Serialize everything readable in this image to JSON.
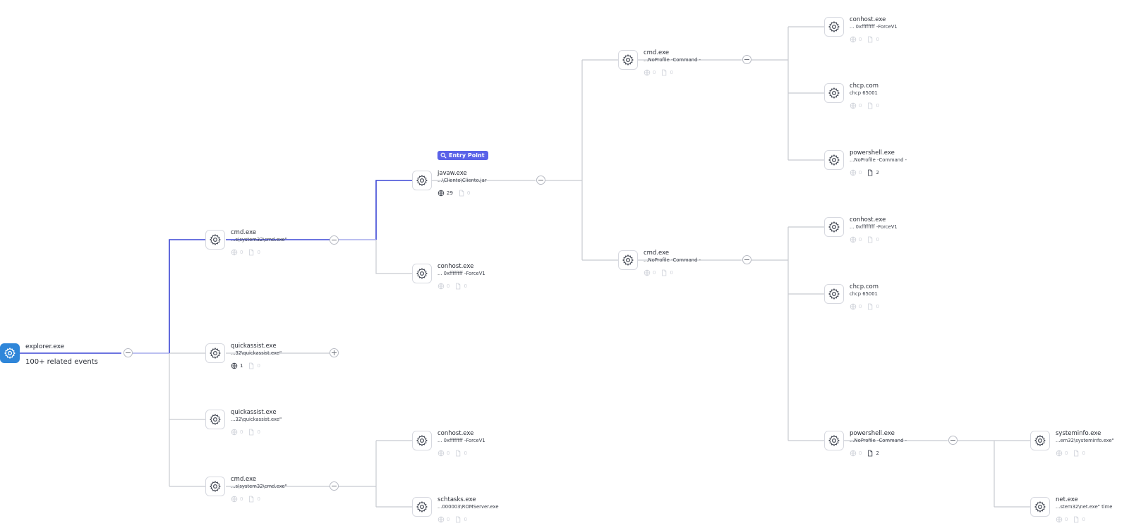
{
  "root": {
    "name": "explorer.exe",
    "related_events": "100+ related events",
    "icon": "gear-icon"
  },
  "entry_point": {
    "label": "Entry Point",
    "icon": "search-icon"
  },
  "colors": {
    "accent": "#2f86d9",
    "highlight_path": "#3b46d6",
    "entry_badge": "#5a62e8",
    "edge": "#c8cad0"
  },
  "nodes": [
    {
      "id": "cmd1",
      "name": "cmd.exe",
      "cmd": "...s\\system32\\cmd.exe\"",
      "net": "0",
      "files": "0",
      "net_on": false,
      "files_on": false
    },
    {
      "id": "qa1",
      "name": "quickassist.exe",
      "cmd": "...32\\quickassist.exe\"",
      "net": "1",
      "files": "0",
      "net_on": true,
      "files_on": false
    },
    {
      "id": "qa2",
      "name": "quickassist.exe",
      "cmd": "...32\\quickassist.exe\"",
      "net": "0",
      "files": "0",
      "net_on": false,
      "files_on": false
    },
    {
      "id": "cmd2",
      "name": "cmd.exe",
      "cmd": "...s\\system32\\cmd.exe\"",
      "net": "0",
      "files": "0",
      "net_on": false,
      "files_on": false
    },
    {
      "id": "javaw",
      "name": "javaw.exe",
      "cmd": "...\\Cliento\\Cliento.jar",
      "net": "29",
      "files": "0",
      "net_on": true,
      "files_on": false
    },
    {
      "id": "conhost1",
      "name": "conhost.exe",
      "cmd": "... 0xffffffff -ForceV1",
      "net": "0",
      "files": "0",
      "net_on": false,
      "files_on": false
    },
    {
      "id": "conhost2",
      "name": "conhost.exe",
      "cmd": "... 0xffffffff -ForceV1",
      "net": "0",
      "files": "0",
      "net_on": false,
      "files_on": false
    },
    {
      "id": "schtasks",
      "name": "schtasks.exe",
      "cmd": "...000003\\ROMServer.exe",
      "net": "0",
      "files": "0",
      "net_on": false,
      "files_on": false
    },
    {
      "id": "cmd3",
      "name": "cmd.exe",
      "cmd": "...NoProfile -Command -",
      "net": "0",
      "files": "0",
      "net_on": false,
      "files_on": false
    },
    {
      "id": "cmd4",
      "name": "cmd.exe",
      "cmd": "...NoProfile -Command -",
      "net": "0",
      "files": "0",
      "net_on": false,
      "files_on": false
    },
    {
      "id": "conhost3",
      "name": "conhost.exe",
      "cmd": "... 0xffffffff -ForceV1",
      "net": "0",
      "files": "0",
      "net_on": false,
      "files_on": false
    },
    {
      "id": "chcp1",
      "name": "chcp.com",
      "cmd": "chcp 65001",
      "net": "0",
      "files": "0",
      "net_on": false,
      "files_on": false
    },
    {
      "id": "ps1",
      "name": "powershell.exe",
      "cmd": "...NoProfile -Command -",
      "net": "0",
      "files": "2",
      "net_on": false,
      "files_on": true
    },
    {
      "id": "conhost4",
      "name": "conhost.exe",
      "cmd": "... 0xffffffff -ForceV1",
      "net": "0",
      "files": "0",
      "net_on": false,
      "files_on": false
    },
    {
      "id": "chcp2",
      "name": "chcp.com",
      "cmd": "chcp 65001",
      "net": "0",
      "files": "0",
      "net_on": false,
      "files_on": false
    },
    {
      "id": "ps2",
      "name": "powershell.exe",
      "cmd": "...NoProfile -Command -",
      "net": "0",
      "files": "2",
      "net_on": false,
      "files_on": true
    },
    {
      "id": "sysinfo",
      "name": "systeminfo.exe",
      "cmd": "...em32\\systeminfo.exe\"",
      "net": "0",
      "files": "0",
      "net_on": false,
      "files_on": false
    },
    {
      "id": "net",
      "name": "net.exe",
      "cmd": "...stem32\\net.exe\" time",
      "net": "0",
      "files": "0",
      "net_on": false,
      "files_on": false
    }
  ],
  "toggles": {
    "root": "collapse",
    "cmd1": "collapse",
    "qa1": "expand",
    "cmd2": "collapse",
    "javaw": "collapse",
    "cmd3": "collapse",
    "cmd4": "collapse",
    "ps2": "collapse"
  }
}
